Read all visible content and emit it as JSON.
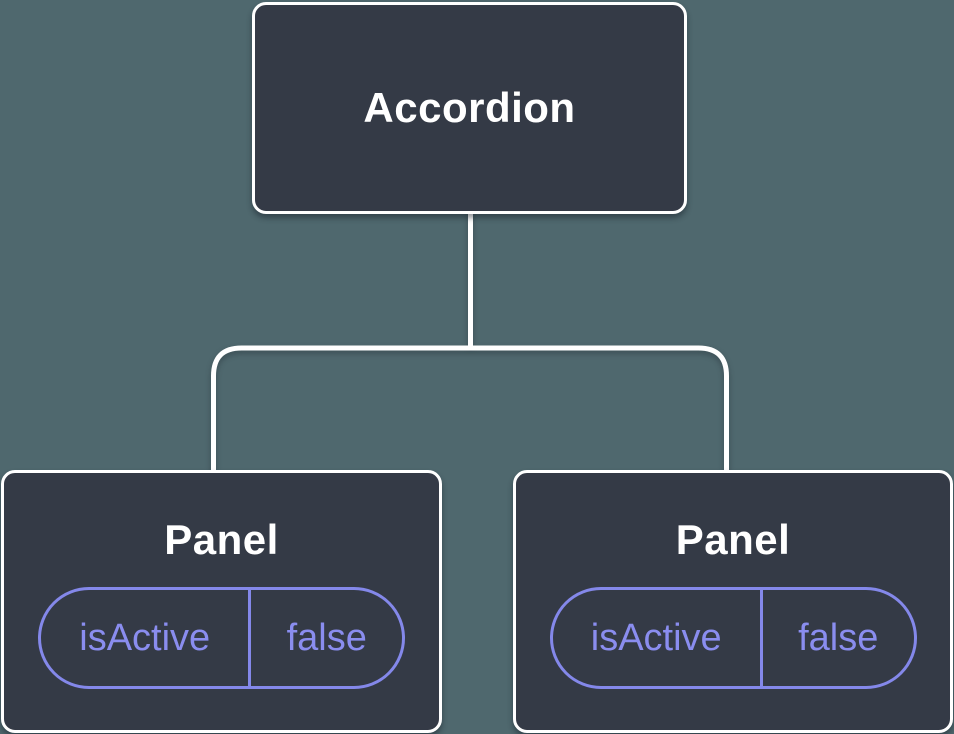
{
  "diagram": {
    "type": "component-tree",
    "root": {
      "label": "Accordion"
    },
    "children": [
      {
        "label": "Panel",
        "state": {
          "name": "isActive",
          "value": "false"
        }
      },
      {
        "label": "Panel",
        "state": {
          "name": "isActive",
          "value": "false"
        }
      }
    ]
  },
  "colors": {
    "background": "#4F686E",
    "node-fill": "#343A46",
    "node-border": "#FFFFFF",
    "accent": "#8488EA",
    "accent-text": "#8A8DEF",
    "connector": "#FFFFFF"
  }
}
